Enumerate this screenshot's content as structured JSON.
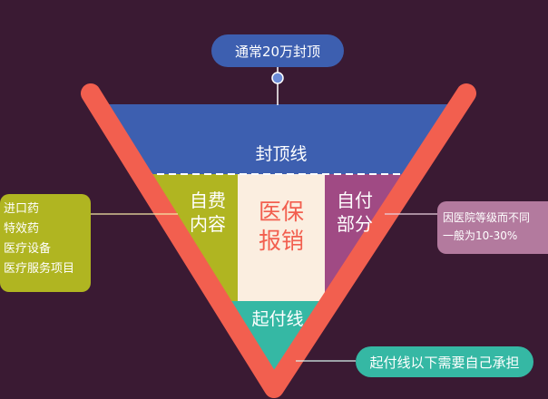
{
  "cap_callout": "通常20万封顶",
  "cap_line_label": "封顶线",
  "self_pay_label_line1": "自费",
  "self_pay_label_line2": "内容",
  "insurance_label_line1": "医保",
  "insurance_label_line2": "报销",
  "co_pay_label_line1": "自付",
  "co_pay_label_line2": "部分",
  "deductible_line_label": "起付线",
  "left_items": [
    "进口药",
    "特效药",
    "医疗设备",
    "医疗服务项目"
  ],
  "right_note_line1": "因医院等级而不同",
  "right_note_line2": "一般为10-30%",
  "deductible_callout": "起付线以下需要自己承担",
  "colors": {
    "background": "#3a1a33",
    "triangle_outline": "#f25f4f",
    "cap_band": "#3d5fb0",
    "self_pay": "#b0b521",
    "insurance": "#fbeee0",
    "insurance_text": "#f25f4f",
    "co_pay": "#a04a84",
    "deductible": "#35b8a4"
  }
}
